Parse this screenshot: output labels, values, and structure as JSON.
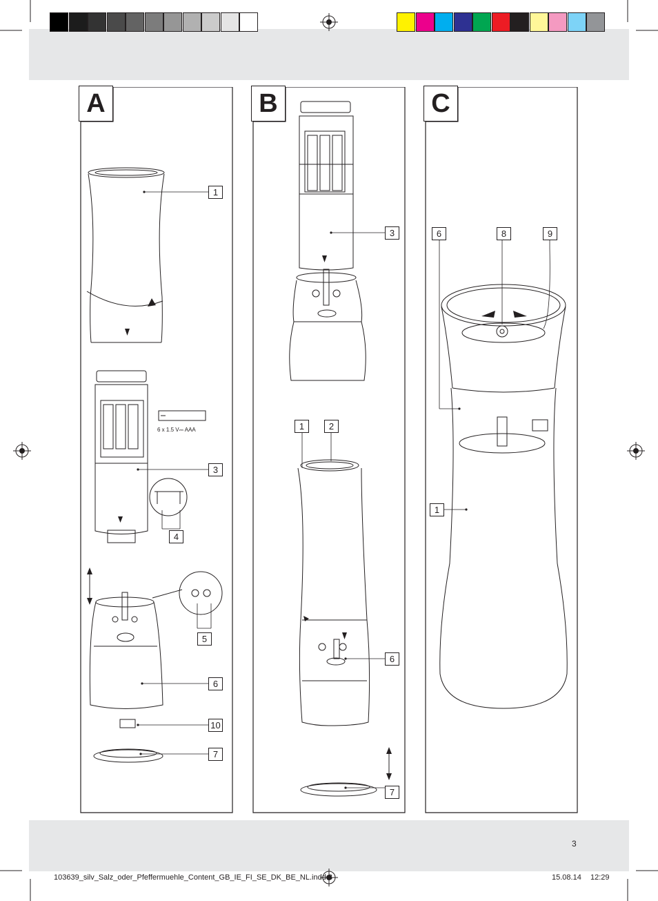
{
  "colors": {
    "grayscale": [
      "#000000",
      "#1c1c1c",
      "#333333",
      "#4a4a4a",
      "#636363",
      "#7c7c7c",
      "#969696",
      "#b1b1b1",
      "#cbcbcb",
      "#e5e5e5",
      "#ffffff"
    ],
    "process": [
      "#fff200",
      "#ec008c",
      "#00aeef",
      "#2e3192",
      "#00a651",
      "#ed1c24",
      "#231f20",
      "#fff799",
      "#f49ac1",
      "#7dd3f7",
      "#939598"
    ]
  },
  "panels": {
    "a": {
      "letter": "A"
    },
    "b": {
      "letter": "B"
    },
    "c": {
      "letter": "C"
    }
  },
  "callouts": {
    "a_1": "1",
    "a_3": "3",
    "a_4": "4",
    "a_5": "5",
    "a_6": "6",
    "a_10": "10",
    "a_7": "7",
    "b_3": "3",
    "b_1": "1",
    "b_2": "2",
    "b_6": "6",
    "b_7": "7",
    "c_6": "6",
    "c_8": "8",
    "c_9": "9",
    "c_1": "1"
  },
  "battery_caption": "6 x 1.5 V⎓ AAA",
  "page_number": "3",
  "footer": {
    "filename": "103639_silv_Salz_oder_Pfeffermuehle_Content_GB_IE_FI_SE_DK_BE_NL.indd   3",
    "date": "15.08.14",
    "time": "12:29"
  }
}
